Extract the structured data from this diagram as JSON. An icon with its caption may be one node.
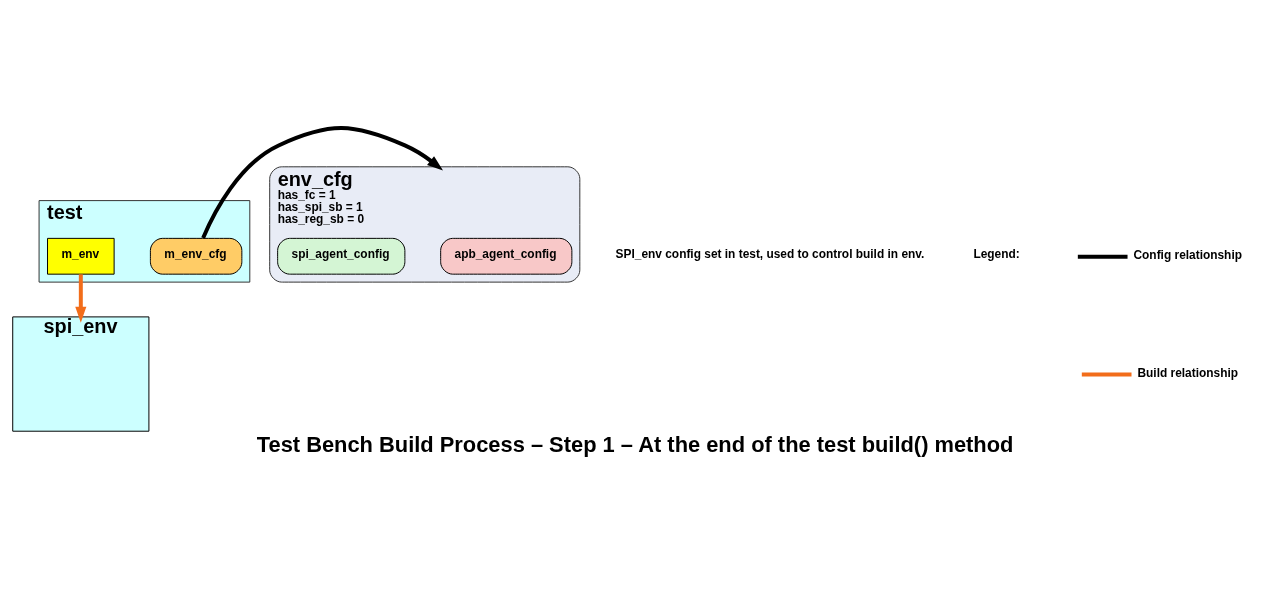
{
  "diagram": {
    "caption": "Test Bench Build Process – Step 1 – At the end of the test build() method",
    "nodes": [
      {
        "text": [
          "test"
        ]
      },
      {
        "text": [
          "m_env_cfg"
        ],
        "in": 0
      },
      {
        "text": [
          "m_env"
        ],
        "in": 0
      },
      {
        "text": [
          "env_cfg",
          "has_fc = 1",
          "has_spi_sb = 1",
          "has_reg_sb = 0"
        ]
      },
      {
        "text": [
          "apb_agent_config"
        ],
        "in": 3
      },
      {
        "text": [
          "spi_agent_config"
        ],
        "in": 3
      },
      {
        "text": [
          "spi_env"
        ]
      }
    ],
    "edges": [
      {
        "from": 1,
        "to": 3,
        "arrow": "to",
        "color": "#000000"
      },
      {
        "from": 2,
        "to": 6,
        "arrow": "to",
        "color": "#f26d1a"
      }
    ],
    "labels": [
      "SPI_env config set in test, used to control build in env.",
      "Legend:"
    ],
    "legend": [
      {
        "text": "Config relationship"
      },
      {
        "text": "Build relationship"
      }
    ]
  }
}
